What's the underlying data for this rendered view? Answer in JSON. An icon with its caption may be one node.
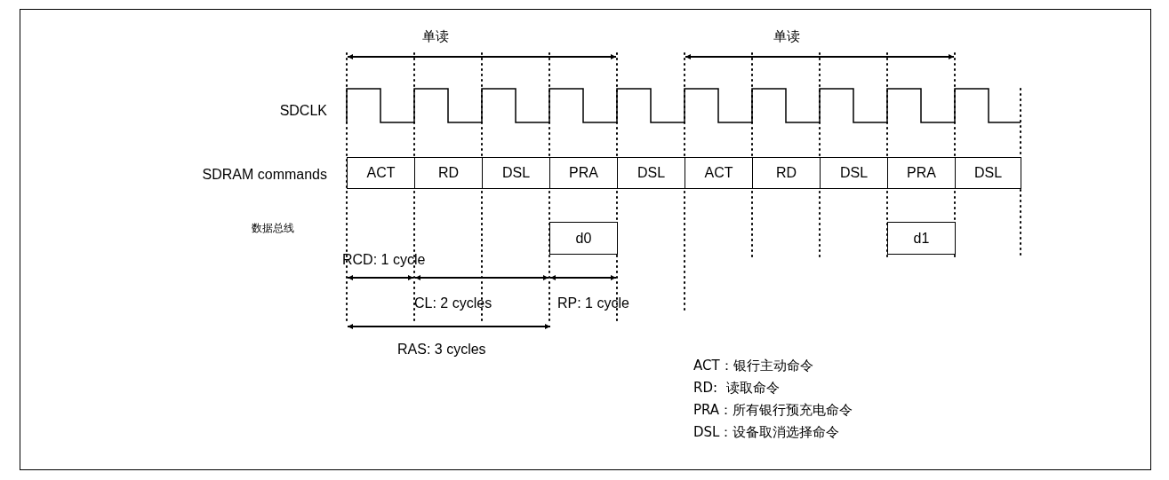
{
  "diagram": {
    "nodes": [
      {
        "text": [
          "ACT"
        ]
      },
      {
        "text": [
          "RD"
        ]
      },
      {
        "text": [
          "DSL"
        ]
      },
      {
        "text": [
          "PRA"
        ]
      },
      {
        "text": [
          "DSL"
        ]
      },
      {
        "text": [
          "ACT"
        ]
      },
      {
        "text": [
          "RD"
        ]
      },
      {
        "text": [
          "DSL"
        ]
      },
      {
        "text": [
          "PRA"
        ]
      },
      {
        "text": [
          "DSL"
        ]
      },
      {
        "text": [
          "d0"
        ]
      },
      {
        "text": [
          "d1"
        ]
      }
    ],
    "edges": [],
    "labels": [
      "单读",
      "单读",
      "SDCLK",
      "SDRAM commands",
      "数据总线",
      "RCD: 1 cycle",
      "CL: 2 cycles",
      "RP: 1 cycle",
      "RAS: 3 cycles",
      "ACT：银行主动命令",
      "RD:  读取命令",
      "PRA：所有银行预充电命令",
      "DSL：设备取消选择命令"
    ]
  }
}
